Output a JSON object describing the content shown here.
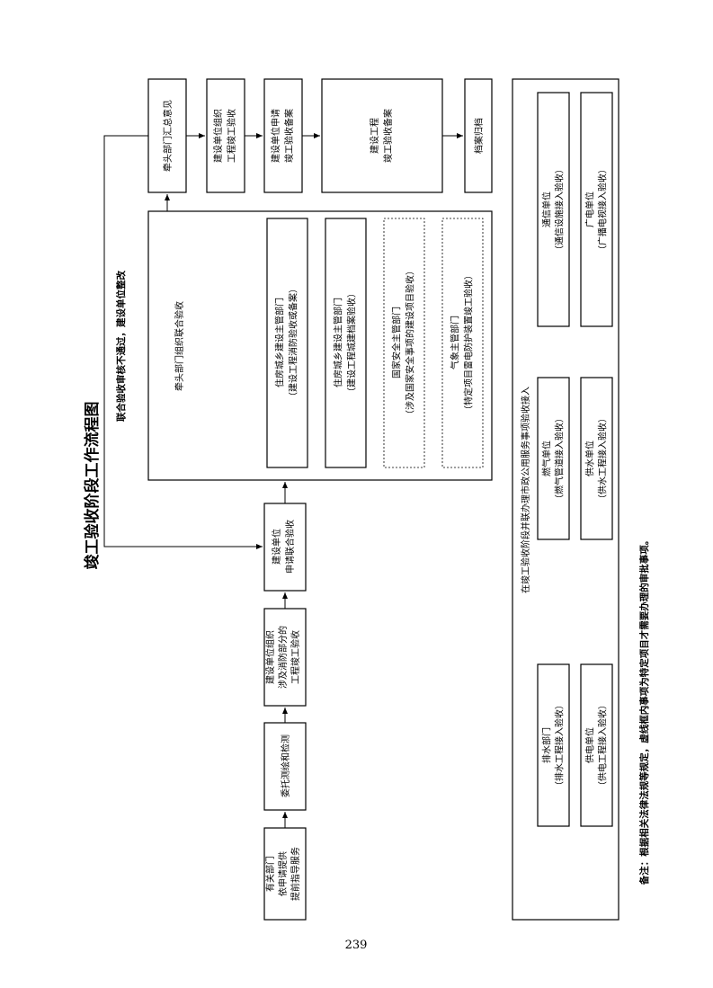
{
  "title": "竣工验收阶段工作流程图",
  "page_number": "239",
  "note": "备注：根据相关法律法规等规定，虚线框内事项为特定项目才需要办理的审批事项。",
  "feedback_label": "联合验收审核不通过，建设单位整改",
  "flow": {
    "s1": [
      "有关部门",
      "依申请提供",
      "提前指导服务"
    ],
    "s2": [
      "委托测绘和检测"
    ],
    "s3": [
      "建设单位组织",
      "涉及消防部分的",
      "工程竣工验收"
    ],
    "s4": [
      "建设单位",
      "申请联合验收"
    ],
    "joint_title": "牵头部门组织联合验收",
    "joint_items": [
      {
        "line1": "住房城乡建设主管部门",
        "line2": "（建设工程消防验收或备案）",
        "dashed": false
      },
      {
        "line1": "住房城乡建设主管部门",
        "line2": "（建设工程城建档案验收）",
        "dashed": false
      },
      {
        "line1": "国家安全主管部门",
        "line2": "（涉及国家安全事项的建设项目验收）",
        "dashed": true
      },
      {
        "line1": "气象主管部门",
        "line2": "（特定项目雷电防护装置竣工验收）",
        "dashed": true
      }
    ],
    "s5": [
      "牵头部门汇总意见"
    ],
    "s6": [
      "建设单位组织",
      "工程竣工验收"
    ],
    "s7": [
      "建设单位申请",
      "竣工验收备案"
    ],
    "s8": [
      "建设工程",
      "竣工验收备案"
    ],
    "s9": [
      "档案归档"
    ]
  },
  "utility": {
    "title": "在竣工验收阶段并联办理市政公用服务事项验收接入",
    "items": [
      {
        "line1": "排水部门",
        "line2": "（排水工程接入验收）"
      },
      {
        "line1": "供电单位",
        "line2": "（供电工程接入验收）"
      },
      {
        "line1": "燃气单位",
        "line2": "（燃气管道接入验收）"
      },
      {
        "line1": "供水单位",
        "line2": "（供水工程接入验收）"
      },
      {
        "line1": "通信单位",
        "line2": "（通信设施接入验收）"
      },
      {
        "line1": "广电单位",
        "line2": "（广播电视接入验收）"
      }
    ]
  }
}
